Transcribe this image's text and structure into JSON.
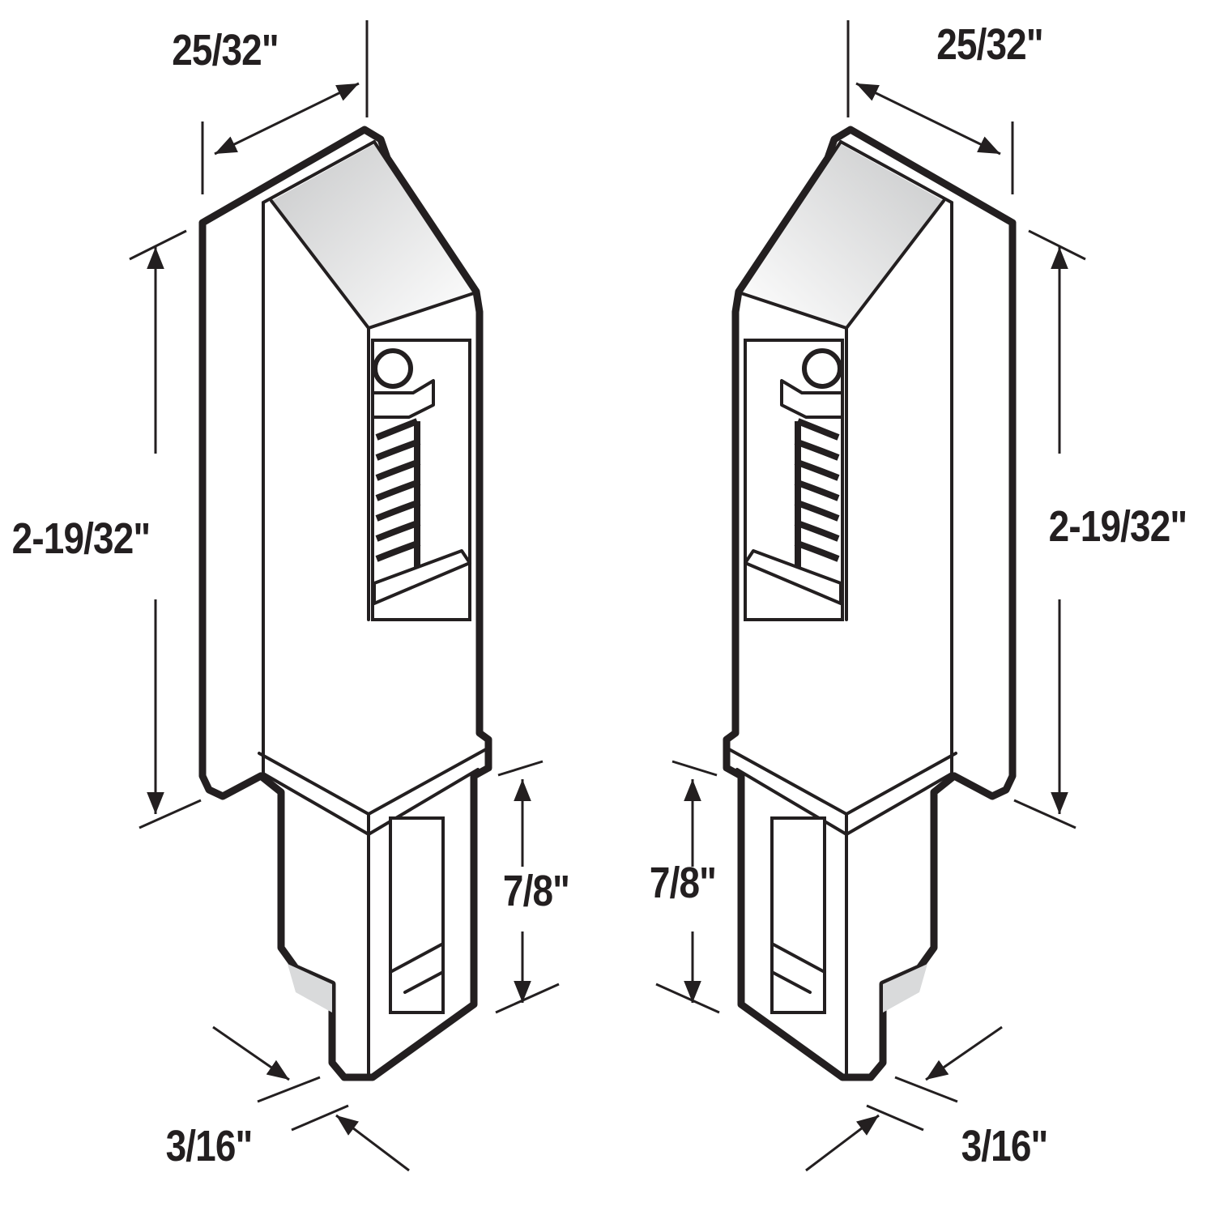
{
  "colors": {
    "ink": "#231f20",
    "shade": "#d9dadb",
    "background": "#ffffff"
  },
  "labels": {
    "left": {
      "width": "25/32\"",
      "height": "2-19/32\"",
      "tongue": "7/8\"",
      "tip": "3/16\""
    },
    "right": {
      "width": "25/32\"",
      "height": "2-19/32\"",
      "tongue": "7/8\"",
      "tip": "3/16\""
    }
  }
}
